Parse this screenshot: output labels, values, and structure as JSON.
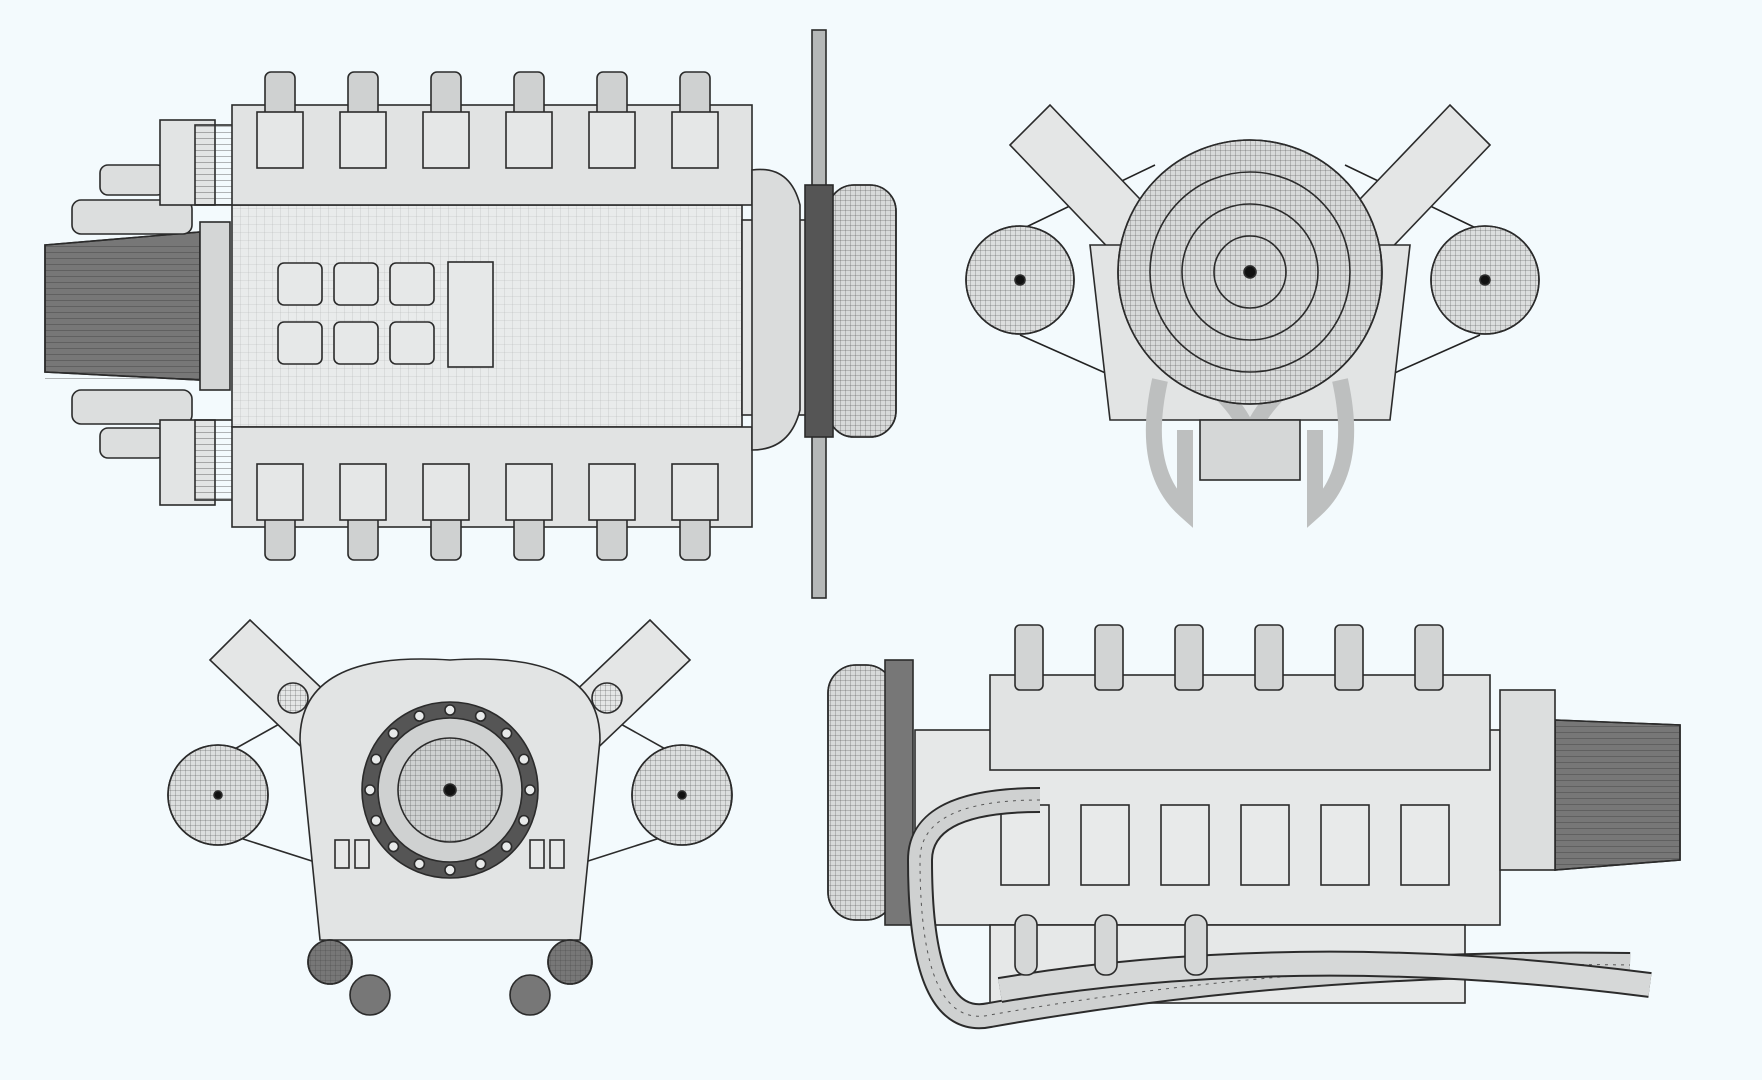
{
  "drawing": {
    "subject": "engine-wireframe-orthographic-views",
    "views": [
      "top-view",
      "front-view",
      "rear-view",
      "side-view"
    ]
  },
  "colors": {
    "background": "#f3fafd",
    "stroke": "#2b2b2b",
    "fill_light": "#e8eaea",
    "fill_mid": "#c9cccc",
    "fill_dark": "#5a5a5a"
  },
  "icons": {
    "cylinder_count": 12,
    "bank_count": 2,
    "cylinders_per_bank": 6
  }
}
